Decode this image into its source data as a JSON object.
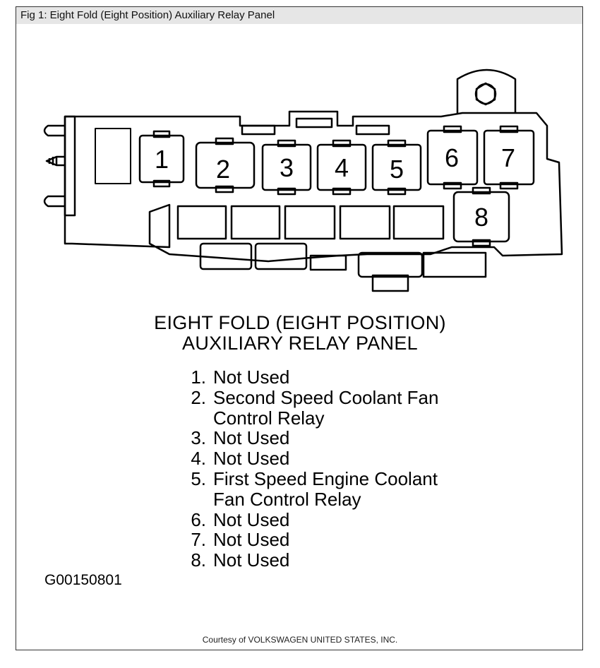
{
  "caption": "Fig 1: Eight Fold (Eight Position) Auxiliary Relay Panel",
  "diagram": {
    "relay_numbers": [
      "1",
      "2",
      "3",
      "4",
      "5",
      "6",
      "7",
      "8"
    ]
  },
  "heading": {
    "line1": "EIGHT FOLD (EIGHT POSITION)",
    "line2": "AUXILIARY RELAY PANEL"
  },
  "legend": [
    {
      "num": "1.",
      "lines": [
        "Not Used"
      ]
    },
    {
      "num": "2.",
      "lines": [
        "Second Speed Coolant Fan",
        "Control Relay"
      ]
    },
    {
      "num": "3.",
      "lines": [
        "Not Used"
      ]
    },
    {
      "num": "4.",
      "lines": [
        "Not Used"
      ]
    },
    {
      "num": "5.",
      "lines": [
        "First Speed Engine Coolant",
        "Fan Control Relay"
      ]
    },
    {
      "num": "6.",
      "lines": [
        "Not Used"
      ]
    },
    {
      "num": "7.",
      "lines": [
        "Not Used"
      ]
    },
    {
      "num": "8.",
      "lines": [
        "Not Used"
      ]
    }
  ],
  "figure_code": "G00150801",
  "courtesy": "Courtesy of VOLKSWAGEN UNITED STATES, INC."
}
